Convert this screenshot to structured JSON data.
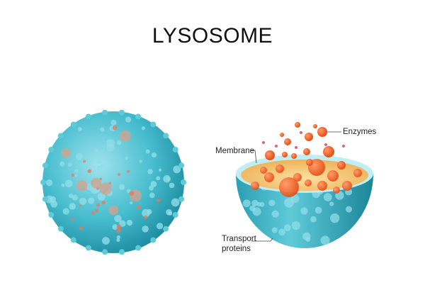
{
  "title": "LYSOSOME",
  "labels": {
    "enzymes": "Enzymes",
    "membrane": "Membrane",
    "transport_line1": "Transport",
    "transport_line2": "proteins"
  },
  "colors": {
    "membrane": "#3fb8c9",
    "membrane_dark": "#1d8fa3",
    "lumen": "#f6c978",
    "enzyme": "#f25c1e"
  }
}
